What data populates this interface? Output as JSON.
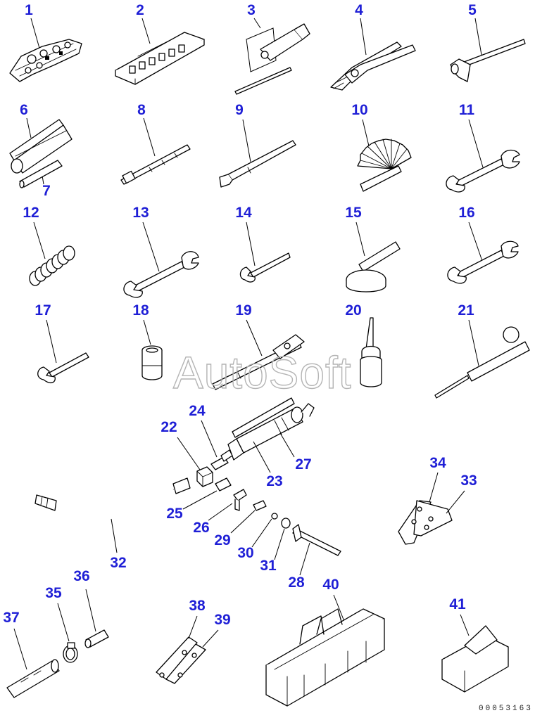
{
  "watermark": "AutoSoft",
  "drawing_number": "00053163",
  "callouts": {
    "c1": "1",
    "c2": "2",
    "c3": "3",
    "c4": "4",
    "c5": "5",
    "c6": "6",
    "c7": "7",
    "c8": "8",
    "c9": "9",
    "c10": "10",
    "c11": "11",
    "c12": "12",
    "c13": "13",
    "c14": "14",
    "c15": "15",
    "c16": "16",
    "c17": "17",
    "c18": "18",
    "c19": "19",
    "c20": "20",
    "c21": "21",
    "c22": "22",
    "c23": "23",
    "c24": "24",
    "c25": "25",
    "c26": "26",
    "c27": "27",
    "c28": "28",
    "c29": "29",
    "c30": "30",
    "c31": "31",
    "c32": "32",
    "c33": "33",
    "c34": "34",
    "c35": "35",
    "c36": "36",
    "c37": "37",
    "c38": "38",
    "c39": "39",
    "c40": "40",
    "c41": "41"
  },
  "colors": {
    "callout": "#1f1fd6",
    "line": "#000000",
    "watermark": "#b4b4b4"
  }
}
